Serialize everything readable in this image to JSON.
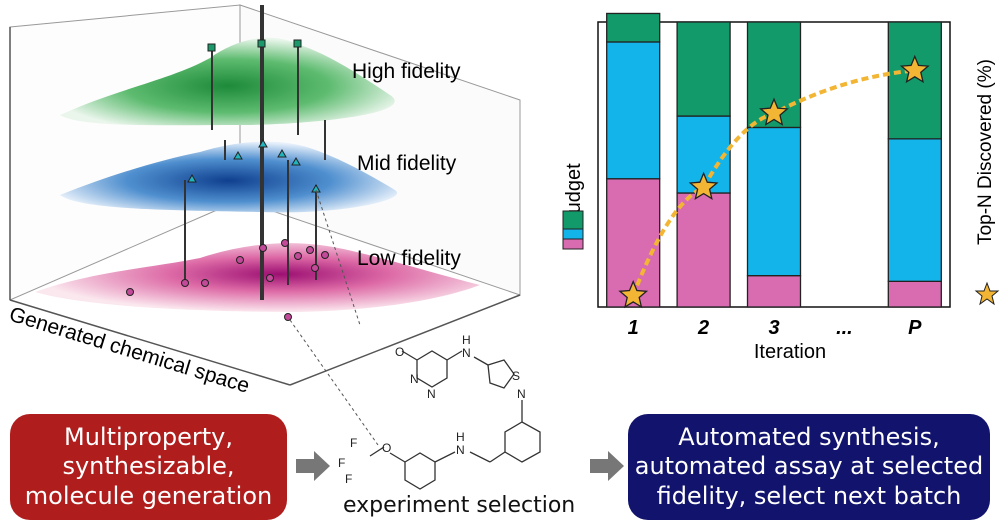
{
  "surface_plot": {
    "axis_label": "Generated chemical space",
    "levels": [
      {
        "label": "High fidelity",
        "color": "#1e8a3c"
      },
      {
        "label": "Mid fidelity",
        "color": "#1f5fa8"
      },
      {
        "label": "Low fidelity",
        "color": "#c2267a"
      }
    ]
  },
  "chart_data": {
    "type": "bar",
    "xlabel": "Iteration",
    "ylabel": "Budget",
    "y2label": "Top-N Discovered (%)",
    "categories": [
      "1",
      "2",
      "3",
      "...",
      "P"
    ],
    "series": [
      {
        "name": "",
        "color": "#d96bb0",
        "values": [
          0.45,
          0.4,
          0.11,
          null,
          0.09
        ]
      },
      {
        "name": "",
        "color": "#12b4ea",
        "values": [
          0.48,
          0.27,
          0.52,
          null,
          0.5
        ]
      },
      {
        "name": "",
        "color": "#129a6a",
        "values": [
          0.1,
          0.33,
          0.37,
          null,
          0.41
        ]
      }
    ],
    "top_n_discovered": [
      0.04,
      0.42,
      0.68,
      null,
      0.83
    ],
    "legend_colors": [
      "#129a6a",
      "#12b4ea",
      "#d96bb0"
    ]
  },
  "molecules": {
    "mol1": {
      "atoms": [
        "O",
        "N",
        "N",
        "H",
        "N",
        "S"
      ]
    },
    "mol2": {
      "atoms": [
        "F",
        "F",
        "F",
        "O",
        "H",
        "N",
        "N"
      ]
    }
  },
  "workflow": {
    "step1": "Multiproperty,\nsynthesizable,\nmolecule generation",
    "step2": "experiment selection",
    "step3": "Automated synthesis,\nautomated assay at selected\nfidelity, select next batch"
  }
}
